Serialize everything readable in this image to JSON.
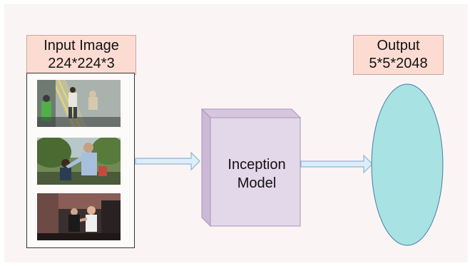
{
  "input": {
    "title": "Input Image",
    "shape": "224*224*3",
    "frames": [
      "video-frame-street",
      "video-frame-park",
      "video-frame-indoor"
    ]
  },
  "model": {
    "line1": "Inception",
    "line2": "Model"
  },
  "output": {
    "title": "Output",
    "shape": "5*5*2048"
  },
  "colors": {
    "label_fill": "#fcdcd2",
    "cube_front": "#e3d7ea",
    "cube_top": "#d6c7df",
    "cube_side": "#cbb9d6",
    "arrow_fill": "#dceefa",
    "arrow_stroke": "#8fb4d3",
    "ellipse_fill": "#a8e2e3",
    "ellipse_stroke": "#3f7ea6"
  }
}
